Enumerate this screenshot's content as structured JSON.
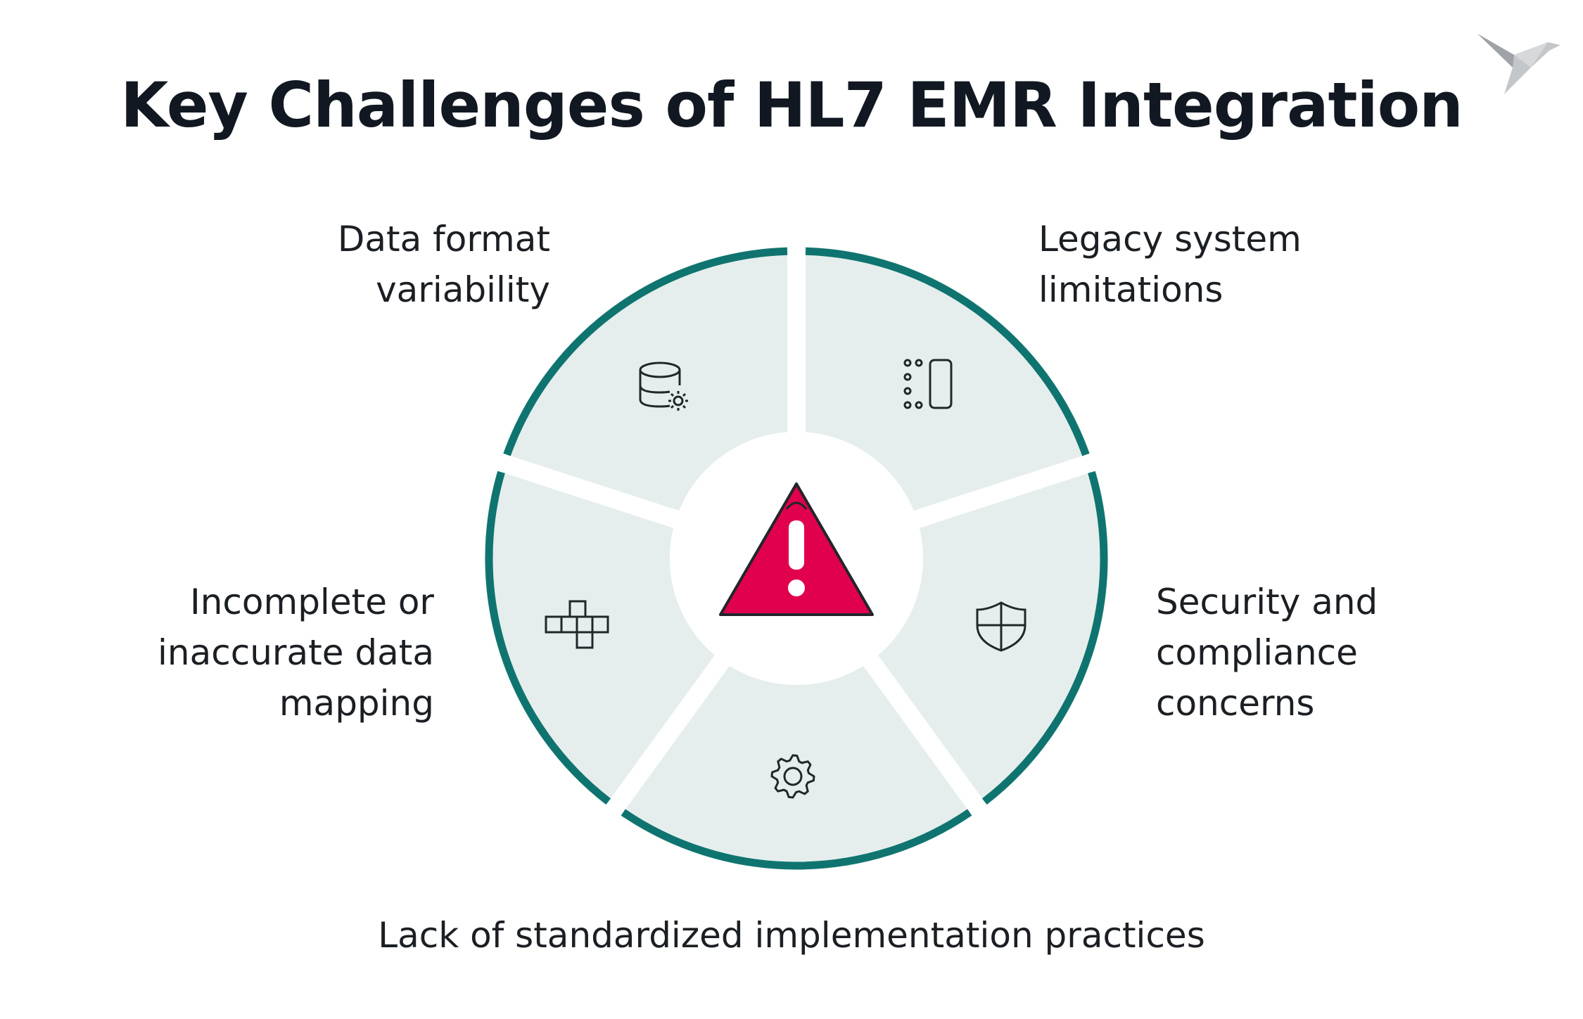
{
  "title": "Key Challenges of HL7 EMR Integration",
  "colors": {
    "ring": "#0f7470",
    "segment_fill": "#e5eeed",
    "warning": "#e0004d",
    "icon_stroke": "#22262b",
    "logo": "#b9bcbf"
  },
  "center_icon": "warning-triangle-icon",
  "challenges": [
    {
      "id": "data-format",
      "lines": [
        "Data format",
        "variability"
      ],
      "icon": "database-gear-icon"
    },
    {
      "id": "legacy",
      "lines": [
        "Legacy system",
        "limitations"
      ],
      "icon": "device-dots-icon"
    },
    {
      "id": "security",
      "lines": [
        "Security and",
        "compliance",
        "concerns"
      ],
      "icon": "shield-icon"
    },
    {
      "id": "standardization",
      "lines": [
        "Lack of standardized implementation practices"
      ],
      "icon": "gear-icon"
    },
    {
      "id": "mapping",
      "lines": [
        "Incomplete or",
        "inaccurate data",
        "mapping"
      ],
      "icon": "puzzle-blocks-icon"
    }
  ],
  "logo_icon": "bird-logo-icon"
}
